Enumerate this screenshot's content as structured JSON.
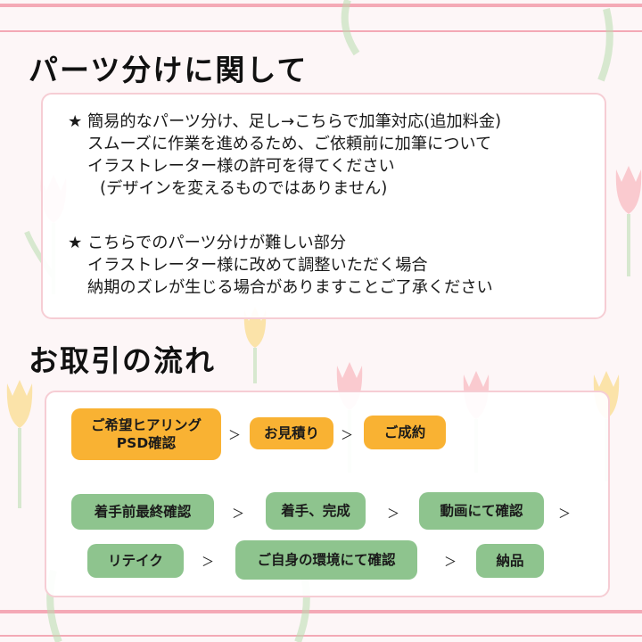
{
  "section1": {
    "heading": "パーツ分けに関して",
    "notes": [
      {
        "bullet": "★",
        "lines": [
          "簡易的なパーツ分け、足し→こちらで加筆対応(追加料金)",
          "スムーズに作業を進めるため、ご依頼前に加筆について",
          "イラストレーター様の許可を得てください",
          "(デザインを変えるものではありません)"
        ]
      },
      {
        "bullet": "★",
        "lines": [
          "こちらでのパーツ分けが難しい部分",
          "イラストレーター様に改めて調整いただく場合",
          "納期のズレが生じる場合がありますことご了承ください"
        ]
      }
    ]
  },
  "section2": {
    "heading": "お取引の流れ",
    "arrow": "＞",
    "steps": [
      {
        "label": "ご希望ヒアリング\nPSD確認",
        "color": "#f9b233"
      },
      {
        "label": "お見積り",
        "color": "#f9b233"
      },
      {
        "label": "ご成約",
        "color": "#f9b233"
      },
      {
        "label": "着手前最終確認",
        "color": "#8ec48e"
      },
      {
        "label": "着手、完成",
        "color": "#8ec48e"
      },
      {
        "label": "動画にて確認",
        "color": "#8ec48e"
      },
      {
        "label": "リテイク",
        "color": "#8ec48e"
      },
      {
        "label": "ご自身の環境にて確認",
        "color": "#8ec48e"
      },
      {
        "label": "納品",
        "color": "#8ec48e"
      }
    ]
  },
  "colors": {
    "stripe": "#f4a9b6",
    "card_border": "#f6cdd4",
    "step_orange": "#f9b233",
    "step_green": "#8ec48e",
    "tulip_pink": "#f7a6b0",
    "tulip_yellow": "#f9d36b",
    "leaf": "#b9dcb0"
  }
}
